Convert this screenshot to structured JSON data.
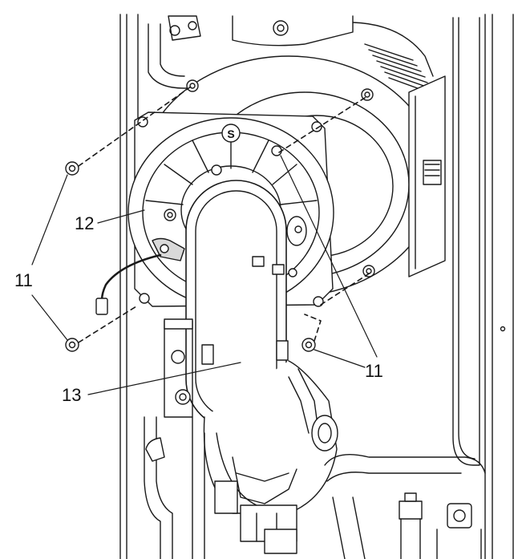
{
  "diagram": {
    "callouts": [
      {
        "id": "c11_left",
        "text": "11"
      },
      {
        "id": "c12",
        "text": "12"
      },
      {
        "id": "c11_right",
        "text": "11"
      },
      {
        "id": "c13",
        "text": "13"
      }
    ],
    "plate_marking": "S",
    "colors": {
      "line": "#1a1a1a",
      "fill": "#ffffff",
      "shade": "#d9d9d9",
      "dark": "#555555"
    }
  }
}
